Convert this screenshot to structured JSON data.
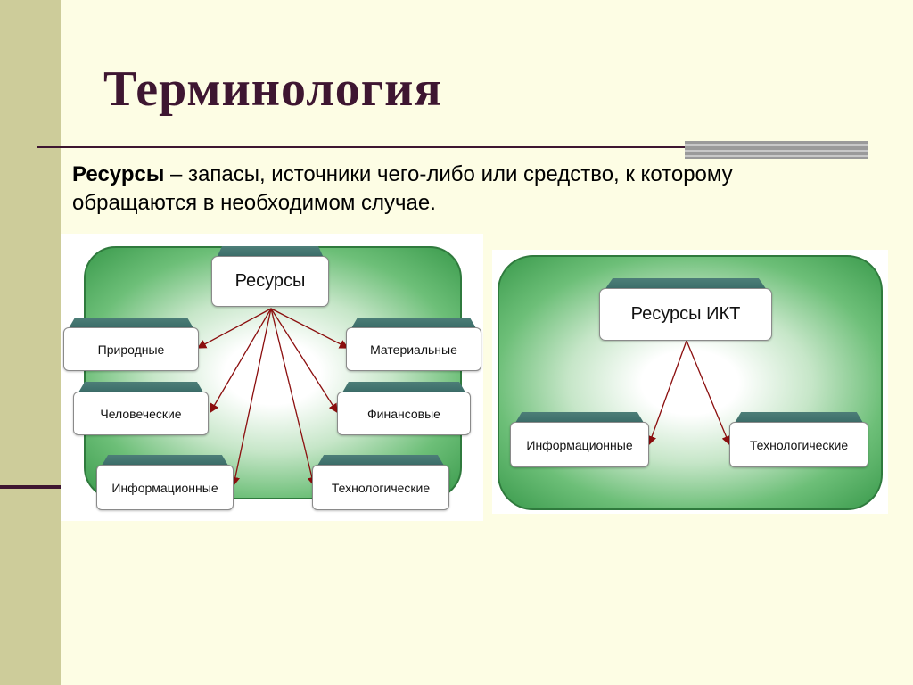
{
  "slide": {
    "title": "Терминология",
    "definition_term": "Ресурсы",
    "definition_text": " – запасы, источники чего-либо или средство, к которому обращаются в необходимом случае."
  },
  "diagram_resources": {
    "root": "Ресурсы",
    "children": [
      "Природные",
      "Материальные",
      "Человеческие",
      "Финансовые",
      "Информационные",
      "Технологические"
    ]
  },
  "diagram_ict": {
    "root": "Ресурсы ИКТ",
    "children": [
      "Информационные",
      "Технологические"
    ]
  },
  "colors": {
    "title": "#3e1631",
    "arrow": "#8b0e0e",
    "tab": "#3a6c68",
    "green": "#3a9a4c"
  }
}
